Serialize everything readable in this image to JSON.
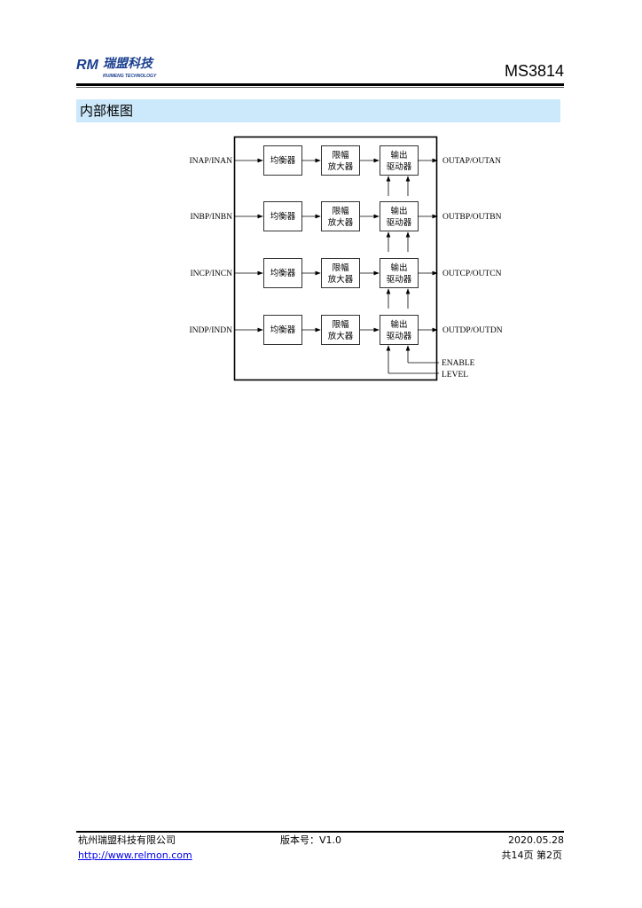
{
  "header": {
    "logo_mark": "RM",
    "logo_cn": "瑞盟科技",
    "logo_en": "RUIMENG TECHNOLOGY",
    "doc_title": "MS3814"
  },
  "section_title": "内部框图",
  "diagram": {
    "inputs": [
      "INAP/INAN",
      "INBP/INBN",
      "INCP/INCN",
      "INDP/INDN"
    ],
    "outputs": [
      "OUTAP/OUTAN",
      "OUTBP/OUTBN",
      "OUTCP/OUTCN",
      "OUTDP/OUTDN"
    ],
    "block_eq": "均衡器",
    "block_lim": [
      "限幅",
      "放大器"
    ],
    "block_drv": [
      "输出",
      "驱动器"
    ],
    "enable": "ENABLE",
    "level": "LEVEL"
  },
  "footer": {
    "company": "杭州瑞盟科技有限公司",
    "version": "版本号：V1.0",
    "date": "2020.05.28",
    "url": "http://www.relmon.com",
    "pages": "共14页 第2页"
  }
}
